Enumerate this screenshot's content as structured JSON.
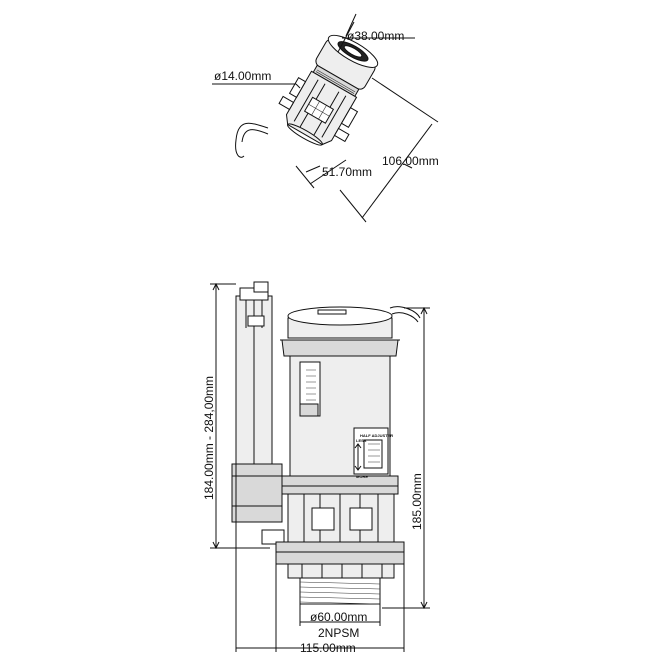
{
  "dimensions": {
    "top_cap_diameter": "ø38.00mm",
    "top_hose_diameter": "ø14.00mm",
    "top_length": "106.00mm",
    "top_width": "51.70mm",
    "height_range": "184.00mm - 284,00mm",
    "total_height": "185.00mm",
    "thread_diameter": "ø60.00mm",
    "thread_standard": "2NPSM",
    "base_width": "115.00mm"
  },
  "labels": {
    "adjuster": "HALF ADJUSTER",
    "less": "LESS",
    "more": "MORE"
  }
}
